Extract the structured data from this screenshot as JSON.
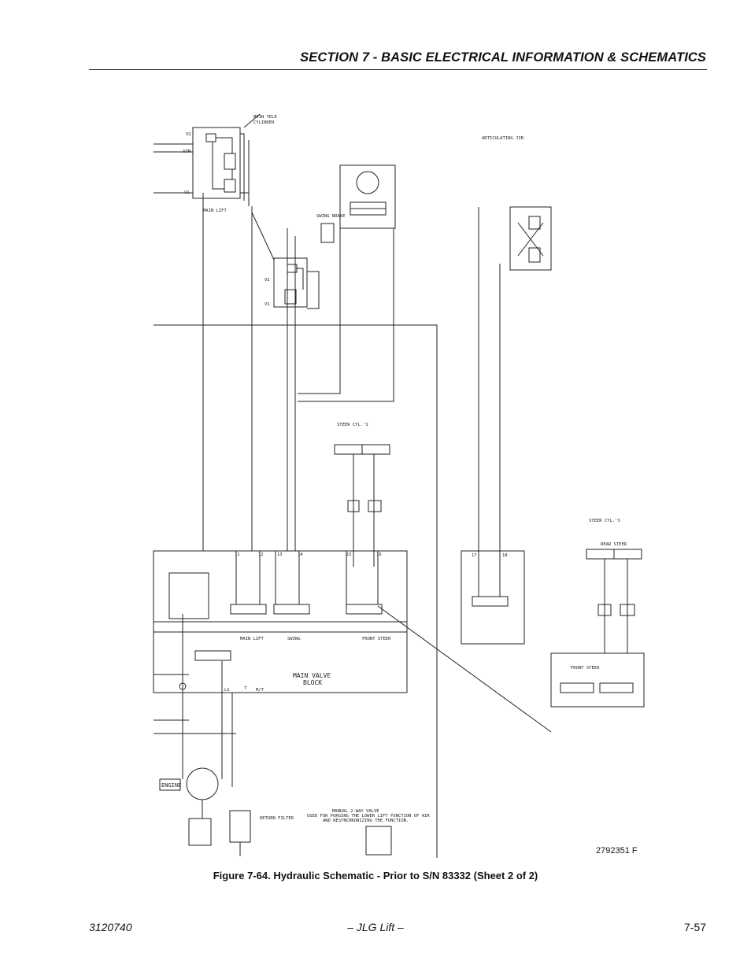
{
  "header": {
    "section_title": "SECTION 7 - BASIC ELECTRICAL INFORMATION & SCHEMATICS"
  },
  "figure": {
    "caption": "Figure 7-64.  Hydraulic Schematic - Prior to S/N 83332 (Sheet 2 of 2)",
    "drawing_number": "2792351 F"
  },
  "schematic": {
    "labels": {
      "main_tele": "MAIN TELE",
      "cylinder": "CYLINDER",
      "main_lift": "MAIN LIFT",
      "articulating_jib": "ARTICULATING JIB",
      "swing_brake": "SWING BRAKE",
      "steer_cyls": "STEER CYL.'S",
      "rear_steer": "REAR STEER",
      "front_steer": "FRONT STEER",
      "main_valve_block_1": "MAIN VALVE",
      "main_valve_block_2": "BLOCK",
      "main_lift_section": "MAIN LIFT",
      "swing_section": "SWING",
      "engine": "ENGINE",
      "return_filter": "RETURN FILTER",
      "manual_valve_1": "MANUAL 2-WAY VALVE",
      "manual_valve_2": "USED FOR PURGING THE LOWER LIFT FUNCTION OF AIR",
      "manual_valve_3": "AND RESYNCHRONIZING THE FUNCTION.",
      "port_11": "11",
      "port_12": "12",
      "port_13": "13",
      "port_14": "14",
      "port_15": "15",
      "port_16": "16",
      "port_17": "17",
      "port_18": "18",
      "port_v1": "V1",
      "port_v2": "V2",
      "port_atm": "ATM",
      "port_ls": "LS",
      "port_t": "T",
      "port_mt": "M/T"
    }
  },
  "footer": {
    "doc_number": "3120740",
    "publisher": "– JLG Lift –",
    "page_number": "7-57"
  }
}
